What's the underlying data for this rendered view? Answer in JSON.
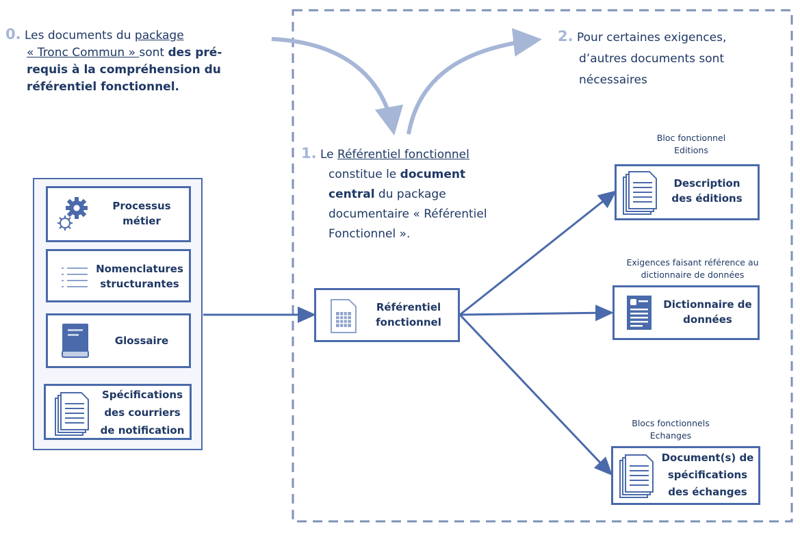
{
  "step0": {
    "num": "0.",
    "text_a": "Les documents du ",
    "link_package": "package",
    "link_tronc": "« Tronc Commun » ",
    "text_sont": "sont ",
    "bold_1": "des pré-",
    "bold_2": "requis à la compréhension du",
    "bold_3": "référentiel fonctionnel."
  },
  "step1": {
    "num": "1.",
    "text_le": "Le ",
    "link": "Référentiel fonctionnel",
    "line2_a": "constitue le ",
    "line2_b": "document",
    "line3_a": "central",
    "line3_b": " du package",
    "line4": "documentaire « Référentiel",
    "line5": "Fonctionnel »."
  },
  "step2": {
    "num": "2.",
    "line1": "Pour certaines exigences,",
    "line2": "d’autres documents sont",
    "line3": "nécessaires"
  },
  "left_group": {
    "items": [
      {
        "label": "Processus\nmétier",
        "icon": "gears-icon"
      },
      {
        "label": "Nomenclatures\nstructurantes",
        "icon": "list-icon"
      },
      {
        "label": "Glossaire",
        "icon": "book-icon"
      },
      {
        "label": "Spécifications\ndes courriers\nde notification",
        "icon": "documents-icon"
      }
    ]
  },
  "center": {
    "label": "Référentiel\nfonctionnel",
    "icon": "spreadsheet-document-icon"
  },
  "right": [
    {
      "caption": "Bloc fonctionnel\nEditions",
      "label": "Description\ndes éditions",
      "icon": "documents-icon"
    },
    {
      "caption": "Exigences faisant référence au\ndictionnaire de données",
      "label": "Dictionnaire de\ndonnées",
      "icon": "data-sheet-icon"
    },
    {
      "caption": "Blocs fonctionnels\nEchanges",
      "label": "Document(s) de\nspécifications\ndes échanges",
      "icon": "documents-icon"
    }
  ],
  "colors": {
    "primary": "#4a6aab",
    "light_arrow": "#a6b6d6",
    "text": "#1f3864",
    "panel": "#f4f6fb"
  }
}
